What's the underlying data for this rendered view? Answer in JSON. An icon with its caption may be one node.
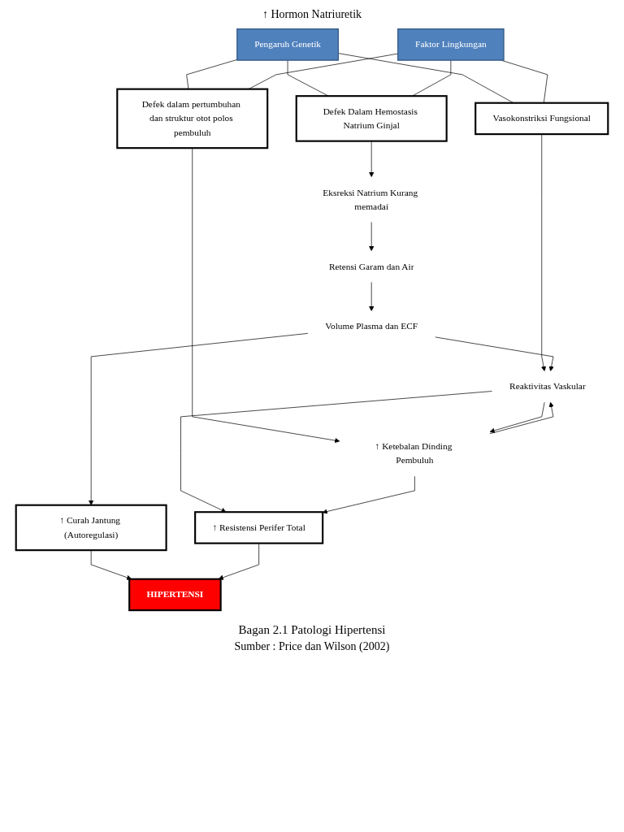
{
  "diagram": {
    "caption": "Bagan 2.1 Patologi Hipertensi",
    "nodes": [
      {
        "text": [
          "Pengaruh Genetik"
        ]
      },
      {
        "text": [
          "Faktor Lingkungan"
        ]
      },
      {
        "text": [
          "Defek Dalam Hemostasis Natrium Ginjal"
        ]
      },
      {
        "text": [
          "Vasokonstriksi Fungsional"
        ]
      },
      {
        "text": [
          "Defek dalam pertumbuhan dan struktur otot polos pembuluh"
        ]
      },
      {
        "text": [
          "Eksreksi Natrium Kurang memadai"
        ]
      },
      {
        "text": [
          "Retensi Garam dan Air"
        ]
      },
      {
        "text": [
          "Volume Plasma dan ECF"
        ]
      },
      {
        "text": [
          "Reaktivitas Vaskular"
        ]
      },
      {
        "text": [
          "↑ Ketebalan Dinding Pembuluh"
        ]
      },
      {
        "text": [
          "↑ Curah Jantung (Autoregulasi)"
        ]
      },
      {
        "text": [
          "↑ Resistensi Perifer Total"
        ]
      },
      {
        "text": [
          "HIPERTENSI"
        ]
      }
    ],
    "edges": [
      {
        "from": 0,
        "to": 2,
        "arrow": "none"
      },
      {
        "from": 0,
        "to": 3,
        "arrow": "none"
      },
      {
        "from": 0,
        "to": 4,
        "arrow": "none"
      },
      {
        "from": 1,
        "to": 2,
        "arrow": "none"
      },
      {
        "from": 1,
        "to": 3,
        "arrow": "none"
      },
      {
        "from": 1,
        "to": 4,
        "arrow": "none"
      },
      {
        "from": 2,
        "to": 5,
        "arrow": "to"
      },
      {
        "from": 5,
        "to": 6,
        "arrow": "to"
      },
      {
        "from": 6,
        "to": 7,
        "arrow": "to"
      },
      {
        "from": 3,
        "to": 8,
        "arrow": "to"
      },
      {
        "from": 4,
        "to": 9,
        "arrow": "to"
      },
      {
        "from": 7,
        "to": 8,
        "arrow": "to"
      },
      {
        "from": 8,
        "to": 9,
        "arrow": "to"
      },
      {
        "from": 9,
        "to": 8,
        "arrow": "to"
      },
      {
        "from": 7,
        "to": 10,
        "arrow": "to"
      },
      {
        "from": 8,
        "to": 11,
        "arrow": "to"
      },
      {
        "from": 9,
        "to": 11,
        "arrow": "to"
      },
      {
        "from": 10,
        "to": 12,
        "arrow": "to"
      },
      {
        "from": 11,
        "to": 12,
        "arrow": "to"
      }
    ],
    "labels": [
      "↑ Hormon Natriuretik",
      "Sumber : Price dan Wilson (2002)"
    ]
  }
}
